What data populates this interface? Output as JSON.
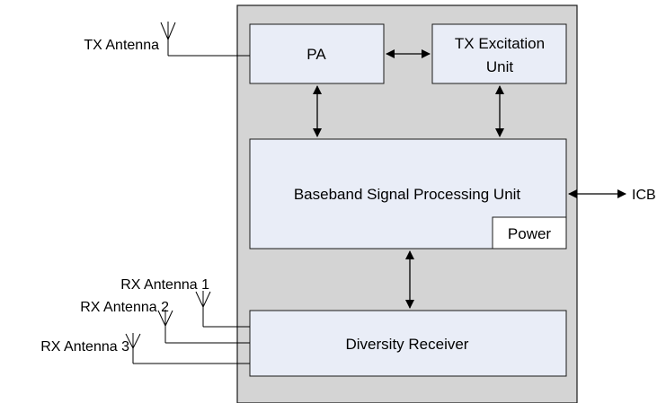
{
  "diagram": {
    "blocks": {
      "pa": "PA",
      "tx_excitation_line1": "TX Excitation",
      "tx_excitation_line2": "Unit",
      "baseband": "Baseband Signal Processing Unit",
      "power": "Power",
      "diversity_receiver": "Diversity Receiver"
    },
    "external": {
      "tx_antenna": "TX Antenna",
      "rx_antenna_1": "RX Antenna 1",
      "rx_antenna_2": "RX Antenna 2",
      "rx_antenna_3": "RX Antenna 3",
      "icb": "ICB"
    },
    "colors": {
      "enclosure": "#d4d4d4",
      "block_fill": "#e9edf7",
      "stroke": "#1a1a1a"
    }
  }
}
